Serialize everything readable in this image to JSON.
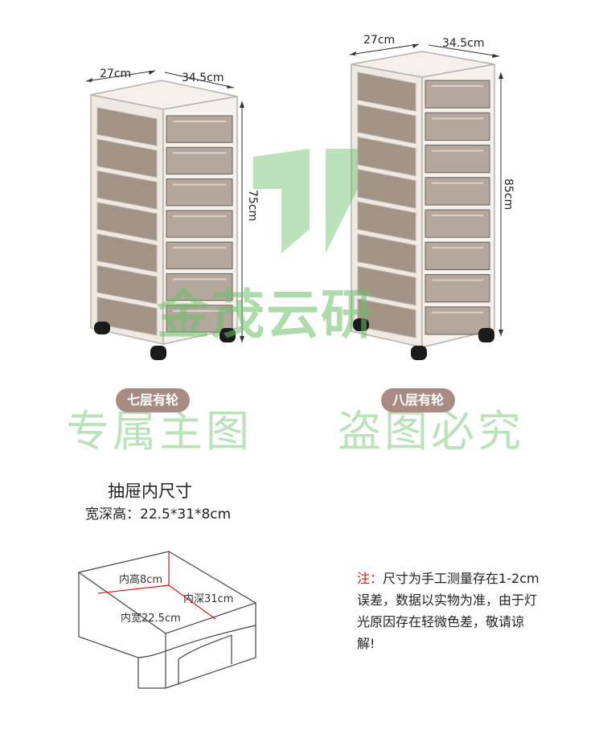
{
  "cabinet_left": {
    "width_label": "27cm",
    "depth_label": "34.5cm",
    "height_label": "75cm",
    "tag": "七层有轮",
    "drawers": 7
  },
  "cabinet_right": {
    "width_label": "27cm",
    "depth_label": "34.5cm",
    "height_label": "85cm",
    "tag": "八层有轮",
    "drawers": 8
  },
  "watermark": {
    "brand": "金茂云研",
    "left": "专属主图",
    "right": "盗图必究"
  },
  "drawer_inner": {
    "title": "抽屉内尺寸",
    "dims": "宽深高：22.5*31*8cm",
    "height_label": "内高8cm",
    "depth_label": "内深31cm",
    "width_label": "内宽22.5cm"
  },
  "note": {
    "prefix": "注：",
    "text": "尺寸为手工测量存在1-2cm误差，数据以实物为准，由于灯光原因存在轻微色差，敬请谅解!"
  },
  "colors": {
    "frame": "#f1ece8",
    "frame_stroke": "#b9b0aa",
    "drawer": "#8a7565",
    "tag_bg": "#a88c84",
    "note_red": "#d11a1a",
    "watermark": "#6cbf6a"
  }
}
